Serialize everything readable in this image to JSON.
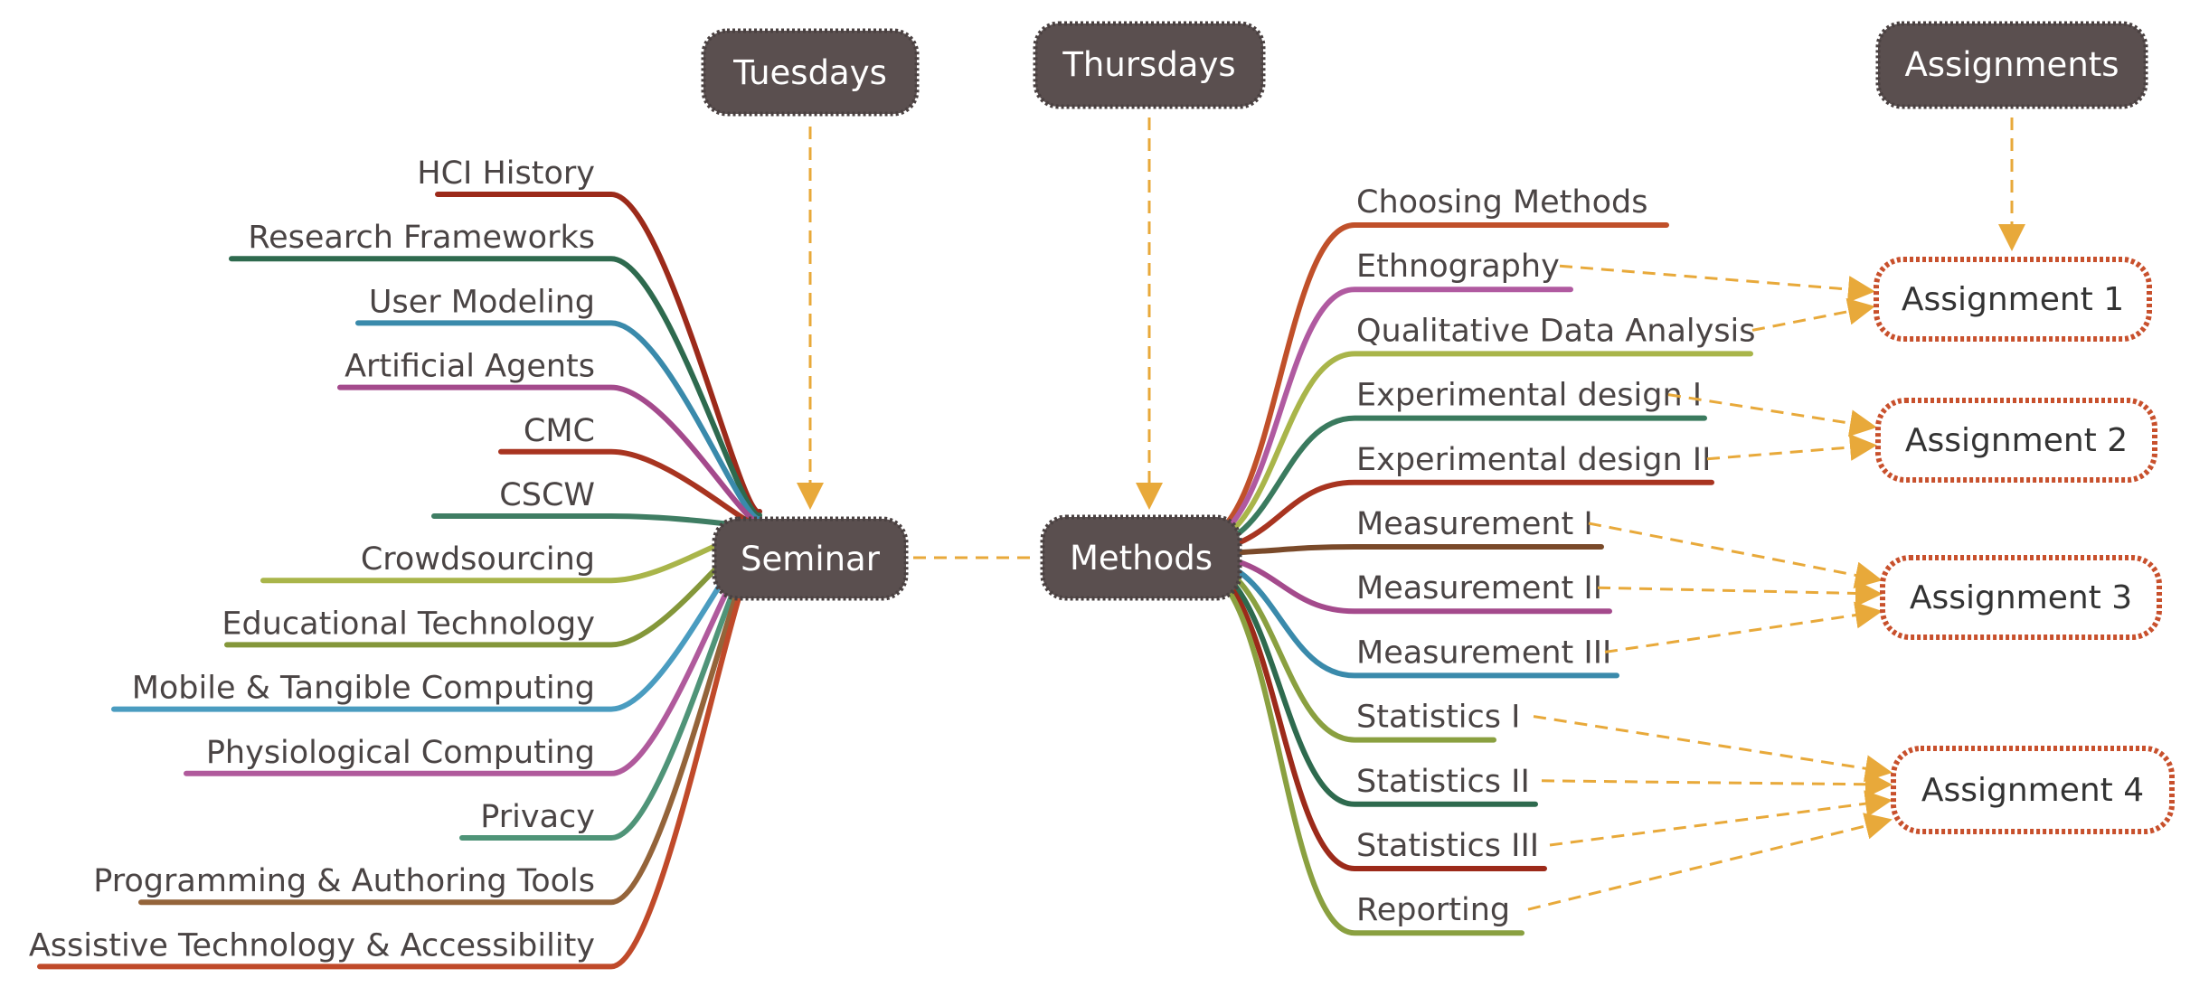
{
  "colors": {
    "hub_fill": "#5a4f4f",
    "hub_text": "#ffffff",
    "topic_text": "#4a4444",
    "connector": "#e8a93a",
    "assignment_border": "#c8502c",
    "assignment_fill": "#ffffff"
  },
  "headers": {
    "tuesdays": "Tuesdays",
    "thursdays": "Thursdays",
    "assignments": "Assignments"
  },
  "hubs": {
    "seminar": "Seminar",
    "methods": "Methods"
  },
  "seminar_topics": [
    {
      "label": "HCI History",
      "color": "#9c2a1a"
    },
    {
      "label": "Research Frameworks",
      "color": "#2e6a4e"
    },
    {
      "label": "User Modeling",
      "color": "#3a8aab"
    },
    {
      "label": "Artificial Agents",
      "color": "#a44a8c"
    },
    {
      "label": "CMC",
      "color": "#a83420"
    },
    {
      "label": "CSCW",
      "color": "#3f7d63"
    },
    {
      "label": "Crowdsourcing",
      "color": "#a9b54a"
    },
    {
      "label": "Educational Technology",
      "color": "#84973a"
    },
    {
      "label": "Mobile & Tangible Computing",
      "color": "#4a9cc0"
    },
    {
      "label": "Physiological Computing",
      "color": "#b05a9c"
    },
    {
      "label": "Privacy",
      "color": "#4f9478"
    },
    {
      "label": "Programming & Authoring Tools",
      "color": "#94643a"
    },
    {
      "label": "Assistive Technology & Accessibility",
      "color": "#c04a2a"
    }
  ],
  "methods_topics": [
    {
      "label": "Choosing Methods",
      "color": "#c0502a",
      "assignment": null
    },
    {
      "label": "Ethnography",
      "color": "#b05aa0",
      "assignment": 0
    },
    {
      "label": "Qualitative Data Analysis",
      "color": "#a9b54a",
      "assignment": 0
    },
    {
      "label": "Experimental design I",
      "color": "#3a7a5e",
      "assignment": 1
    },
    {
      "label": "Experimental design II",
      "color": "#a83420",
      "assignment": 1
    },
    {
      "label": "Measurement I",
      "color": "#7a4a2a",
      "assignment": 2
    },
    {
      "label": "Measurement II",
      "color": "#a44a8c",
      "assignment": 2
    },
    {
      "label": "Measurement III",
      "color": "#3a8aab",
      "assignment": 2
    },
    {
      "label": "Statistics I",
      "color": "#8aa040",
      "assignment": 3
    },
    {
      "label": "Statistics II",
      "color": "#2e6a4e",
      "assignment": 3
    },
    {
      "label": "Statistics III",
      "color": "#9c2a1a",
      "assignment": 3
    },
    {
      "label": "Reporting",
      "color": "#8aa040",
      "assignment": 3
    }
  ],
  "assignments": [
    "Assignment 1",
    "Assignment 2",
    "Assignment 3",
    "Assignment 4"
  ]
}
